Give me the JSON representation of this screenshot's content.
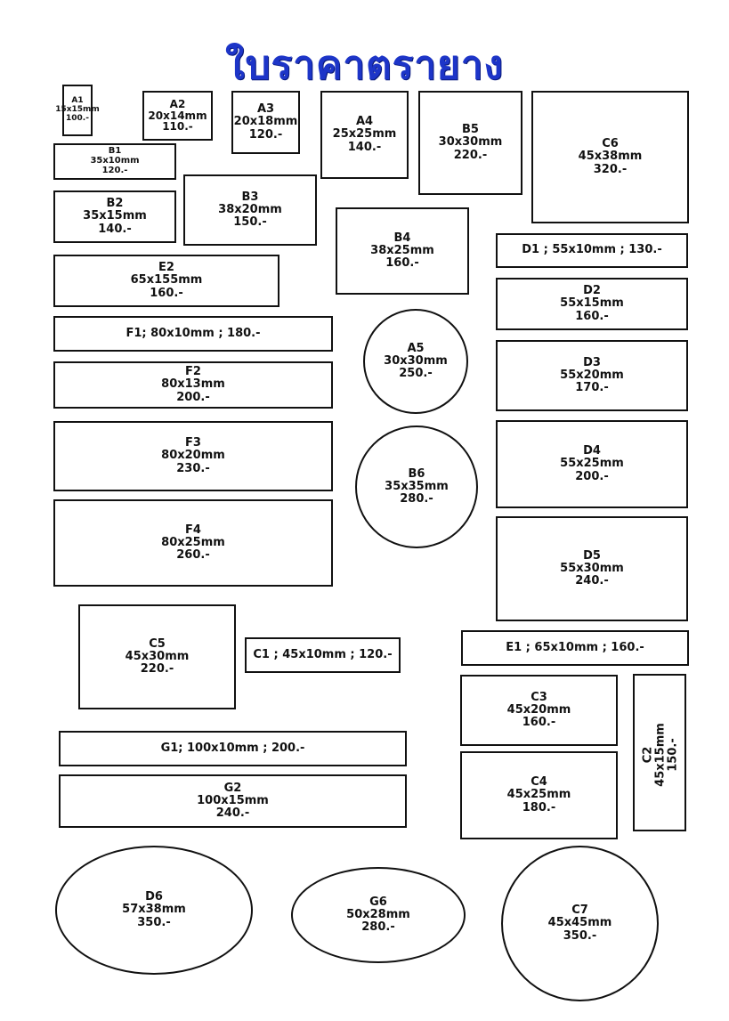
{
  "title": "ใบราคาตรายาง",
  "labels": {
    "A1": {
      "code": "A1",
      "size": "15x15mm",
      "price": "100.-"
    },
    "A2": {
      "code": "A2",
      "size": "20x14mm",
      "price": "110.-"
    },
    "A3": {
      "code": "A3",
      "size": "20x18mm",
      "price": "120.-"
    },
    "A4": {
      "code": "A4",
      "size": "25x25mm",
      "price": "140.-"
    },
    "B5": {
      "code": "B5",
      "size": "30x30mm",
      "price": "220.-"
    },
    "C6": {
      "code": "C6",
      "size": "45x38mm",
      "price": "320.-"
    },
    "B1": {
      "code": "B1",
      "size": "35x10mm",
      "price": "120.-"
    },
    "B2": {
      "code": "B2",
      "size": "35x15mm",
      "price": "140.-"
    },
    "B3": {
      "code": "B3",
      "size": "38x20mm",
      "price": "150.-"
    },
    "B4": {
      "code": "B4",
      "size": "38x25mm",
      "price": "160.-"
    },
    "D1": {
      "line": "D1 ; 55x10mm ; 130.-"
    },
    "E2": {
      "code": "E2",
      "size": "65x155mm",
      "price": "160.-"
    },
    "D2": {
      "code": "D2",
      "size": "55x15mm",
      "price": "160.-"
    },
    "F1": {
      "line": "F1; 80x10mm ; 180.-"
    },
    "A5": {
      "code": "A5",
      "size": "30x30mm",
      "price": "250.-"
    },
    "D3": {
      "code": "D3",
      "size": "55x20mm",
      "price": "170.-"
    },
    "F2": {
      "code": "F2",
      "size": "80x13mm",
      "price": "200.-"
    },
    "F3": {
      "code": "F3",
      "size": "80x20mm",
      "price": "230.-"
    },
    "B6": {
      "code": "B6",
      "size": "35x35mm",
      "price": "280.-"
    },
    "D4": {
      "code": "D4",
      "size": "55x25mm",
      "price": "200.-"
    },
    "F4": {
      "code": "F4",
      "size": "80x25mm",
      "price": "260.-"
    },
    "D5": {
      "code": "D5",
      "size": "55x30mm",
      "price": "240.-"
    },
    "C5": {
      "code": "C5",
      "size": "45x30mm",
      "price": "220.-"
    },
    "C1": {
      "line": "C1 ; 45x10mm ; 120.-"
    },
    "E1": {
      "line": "E1 ; 65x10mm ; 160.-"
    },
    "C3": {
      "code": "C3",
      "size": "45x20mm",
      "price": "160.-"
    },
    "C2": {
      "code": "C2",
      "size": "45x15mm",
      "price": "150.-"
    },
    "G1": {
      "line": "G1; 100x10mm ; 200.-"
    },
    "G2": {
      "code": "G2",
      "size": "100x15mm",
      "price": "240.-"
    },
    "C4": {
      "code": "C4",
      "size": "45x25mm",
      "price": "180.-"
    },
    "D6": {
      "code": "D6",
      "size": "57x38mm",
      "price": "350.-"
    },
    "G6": {
      "code": "G6",
      "size": "50x28mm",
      "price": "280.-"
    },
    "C7": {
      "code": "C7",
      "size": "45x45mm",
      "price": "350.-"
    }
  }
}
